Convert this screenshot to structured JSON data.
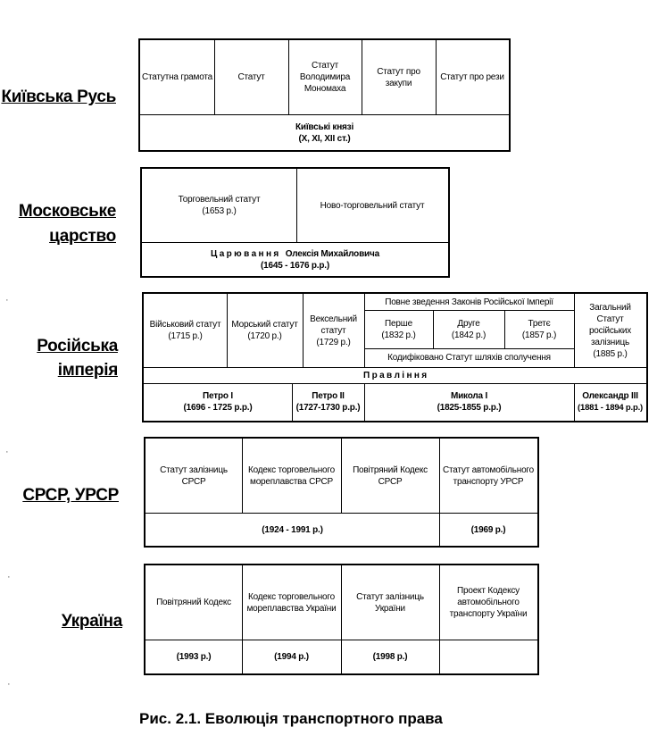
{
  "labels": {
    "kyiv": "Київська Русь",
    "moscow_1": "Московське",
    "moscow_2": "царство",
    "empire_1": "Російська",
    "empire_2": "імперія",
    "ussr": "СРСР, УРСР",
    "ukraine": "Україна"
  },
  "kyiv": {
    "docs": [
      "Статутна грамота",
      "Статут",
      "Статут Володимира Мономаха",
      "Статут про закупи",
      "Статут про рези"
    ],
    "footer_1": "Київські князі",
    "footer_2": "(X, XI, XII ст.)"
  },
  "moscow": {
    "trade_1": "Торговельний статут",
    "trade_2": "(1653 р.)",
    "newtrade": "Ново-торговельний статут",
    "footer_1": "Ц а р ю в а н н я   Олексія Михайловича",
    "footer_2": "(1645 - 1676 р.р.)"
  },
  "empire": {
    "military_1": "Військовий статут",
    "military_2": "(1715 р.)",
    "naval_1": "Морський статут",
    "naval_2": "(1720 р.)",
    "bill_1": "Вексельний статут",
    "bill_2": "(1729 р.)",
    "full_collection": "Повне зведення Законів Російської Імперії",
    "first_1": "Перше",
    "first_2": "(1832 р.)",
    "second_1": "Друге",
    "second_2": "(1842 р.)",
    "third_1": "Третє",
    "third_2": "(1857 р.)",
    "codified": "Кодифіковано Статут шляхів сполучення",
    "general_1": "Загальний Статут російських залізниць",
    "general_2": "(1885 р.)",
    "rule": "П р а в л і н н я",
    "peter1_1": "Петро I",
    "peter1_2": "(1696 - 1725 р.р.)",
    "peter2_1": "Петро II",
    "peter2_2": "(1727-1730 р.р.)",
    "nicholas_1": "Микола I",
    "nicholas_2": "(1825-1855 р.р.)",
    "alexander_1": "Олександр III",
    "alexander_2": "(1881 - 1894 р.р.)"
  },
  "ussr": {
    "docs": [
      "Статут залізниць СРСР",
      "Кодекс торговельного мореплавства СРСР",
      "Повітряний Кодекс СРСР",
      "Статут автомобільного транспорту УРСР"
    ],
    "period_1": "(1924 - 1991 р.)",
    "period_2": "(1969 р.)"
  },
  "ukraine": {
    "docs": [
      "Повітряний Кодекс",
      "Кодекс торговельного мореплавства України",
      "Статут залізниць України",
      "Проект Кодексу автомобільного транспорту України"
    ],
    "years": [
      "(1993 р.)",
      "(1994 р.)",
      "(1998 р.)",
      ""
    ]
  },
  "caption": "Рис. 2.1. Еволюція транспортного права"
}
